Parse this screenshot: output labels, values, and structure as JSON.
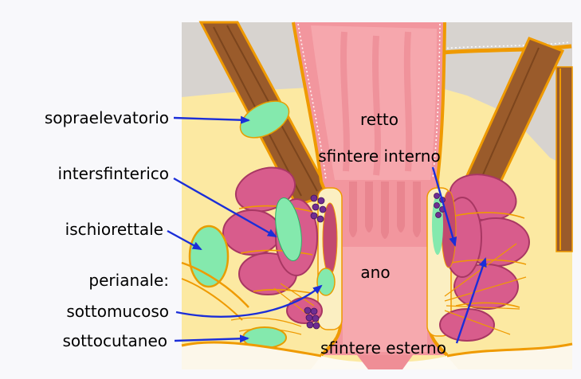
{
  "diagram": {
    "subject": "anal-canal-and-rectum-anatomy",
    "language": "Italian"
  },
  "labels": {
    "sopraelevatorio": "sopraelevatorio",
    "intersfinterico": "intersfinterico",
    "ischiorettale": "ischiorettale",
    "perianale": "perianale:",
    "sottomucoso": "sottomucoso",
    "sottocutaneo": "sottocutaneo",
    "retto": "retto",
    "sfintere_interno": "sfintere interno",
    "ano": "ano",
    "sfintere_esterno": "sfintere esterno"
  },
  "colors": {
    "background": "#f8f8fb",
    "fat_yellow": "#fce9a2",
    "peritoneum_gray": "#d7d3cf",
    "rectum_pink": "#f2969e",
    "mucosa_light_pink": "#f6abb0",
    "anal_column_pink": "#e9858f",
    "muscle_magenta": "#d85c8c",
    "muscle_magenta_dark": "#a83763",
    "internal_sphincter_red": "#c2496f",
    "space_green": "#84e9ad",
    "fascia_orange": "#ef9a00",
    "levator_brown": "#9a5b2b",
    "vessel_purple": "#6f2d92",
    "cream": "#fbefc2",
    "skin_cream": "#fcf7ea",
    "arrow_blue": "#1b2ed8",
    "label_text": "#000000"
  }
}
